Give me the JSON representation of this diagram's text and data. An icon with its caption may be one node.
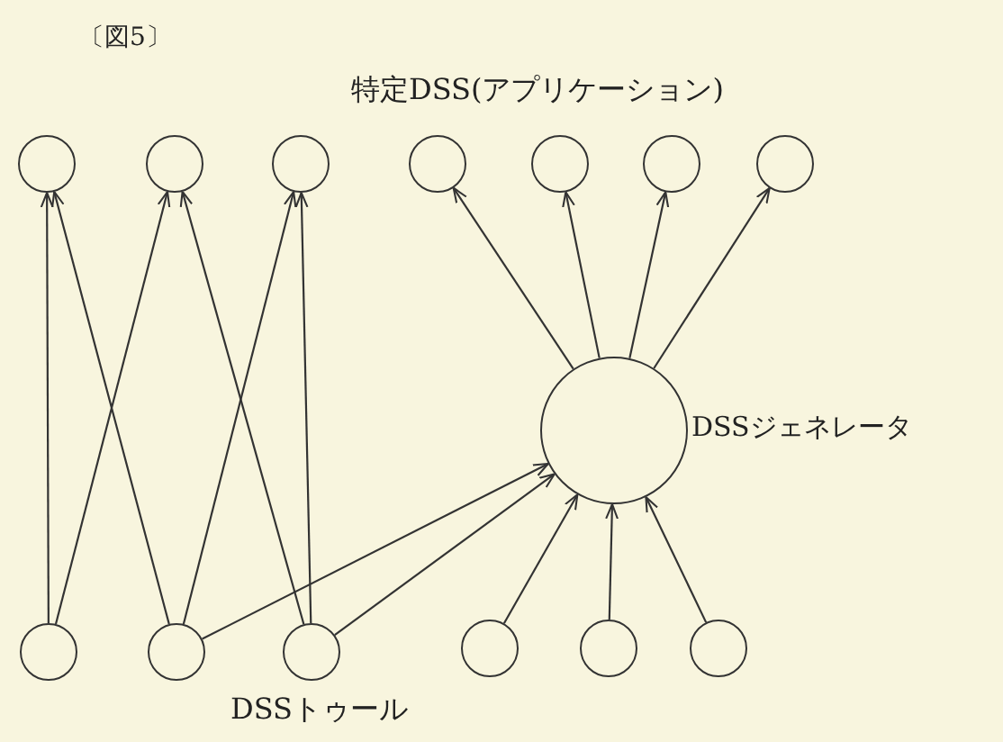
{
  "diagram": {
    "nodes": [
      {
        "text": [],
        "shape": "circle"
      },
      {
        "text": [],
        "shape": "circle"
      },
      {
        "text": [],
        "shape": "circle"
      },
      {
        "text": [],
        "shape": "circle"
      },
      {
        "text": [],
        "shape": "circle"
      },
      {
        "text": [],
        "shape": "circle"
      },
      {
        "text": [],
        "shape": "circle"
      },
      {
        "text": [],
        "shape": "circle",
        "beside": [
          "DSSジェネレータ"
        ]
      },
      {
        "text": [],
        "shape": "circle"
      },
      {
        "text": [],
        "shape": "circle"
      },
      {
        "text": [],
        "shape": "circle"
      },
      {
        "text": [],
        "shape": "circle"
      },
      {
        "text": [],
        "shape": "circle"
      },
      {
        "text": [],
        "shape": "circle"
      }
    ],
    "edges": [
      {
        "from": 8,
        "to": 0,
        "arrow": "to"
      },
      {
        "from": 8,
        "to": 1,
        "arrow": "to"
      },
      {
        "from": 9,
        "to": 0,
        "arrow": "to"
      },
      {
        "from": 9,
        "to": 2,
        "arrow": "to"
      },
      {
        "from": 10,
        "to": 1,
        "arrow": "to"
      },
      {
        "from": 10,
        "to": 2,
        "arrow": "to"
      },
      {
        "from": 9,
        "to": 7,
        "arrow": "to"
      },
      {
        "from": 10,
        "to": 7,
        "arrow": "to"
      },
      {
        "from": 7,
        "to": 3,
        "arrow": "to"
      },
      {
        "from": 7,
        "to": 4,
        "arrow": "to"
      },
      {
        "from": 7,
        "to": 5,
        "arrow": "to"
      },
      {
        "from": 7,
        "to": 6,
        "arrow": "to"
      },
      {
        "from": 11,
        "to": 7,
        "arrow": "to"
      },
      {
        "from": 12,
        "to": 7,
        "arrow": "to"
      },
      {
        "from": 13,
        "to": 7,
        "arrow": "to"
      }
    ],
    "labels": [
      "〔図5〕",
      "特定DSS(アプリケーション)",
      "DSSトゥール"
    ]
  }
}
